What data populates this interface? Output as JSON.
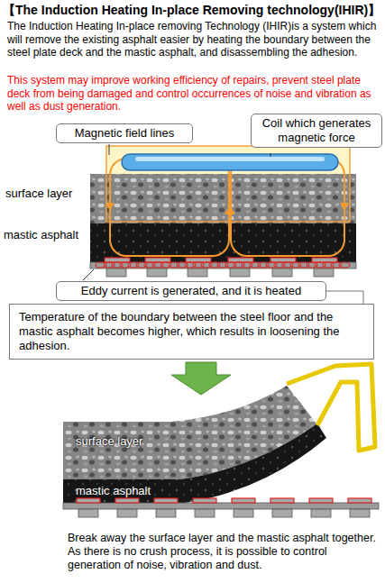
{
  "diagram": {
    "title": "【The Induction Heating In-place Removing technology(IHIR)】",
    "nodes": [
      {
        "text": [
          "Magnetic field lines"
        ]
      },
      {
        "text": [
          "Coil which generates magnetic force"
        ]
      },
      {
        "text": [
          "Eddy current is generated, and it is heated"
        ]
      },
      {
        "text": [
          "Temperature of the boundary between the steel floor and the mastic asphalt becomes higher, which results in loosening the adhesion."
        ]
      }
    ],
    "edges": [
      {
        "from": 2,
        "to": 3,
        "arrow": "none"
      }
    ],
    "labels": [
      "The Induction Heating In-place removing Technology (IHIR)is a system which will remove the existing asphalt easier by heating the boundary between the steel plate deck and the mastic asphalt, and disassembling the adhesion.",
      "This system may improve working efficiency of repairs, prevent steel plate deck from being damaged and control occurrences of noise and vibration as well as dust generation.",
      "surface layer",
      "mastic asphalt",
      "surface layer",
      "mastic asphalt",
      "Break away the surface layer and the mastic asphalt together. As there is no crush process, it is possible to control generation of noise, vibration and dust."
    ]
  }
}
